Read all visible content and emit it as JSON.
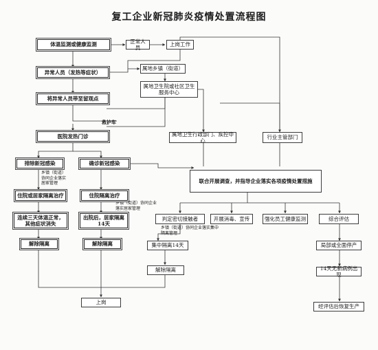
{
  "title": "复工企业新冠肺炎疫情处置流程图",
  "nodes": {
    "temp_check": "体温监测或健康监测",
    "normal": "正常人员",
    "work": "上岗工作",
    "abnormal": "异常人员（发热等症状）",
    "to_point": "将异常人员带至留观点",
    "town": "属地乡镇（街道）",
    "health_center": "属地卫生院或社区卫生服务中心",
    "ambulance": "救护车",
    "fever_clinic": "医院发热门诊",
    "health_admin": "属地卫生行政部门、疾控中心",
    "industry_dept": "行业主管部门",
    "exclude": "排除新冠感染",
    "confirm": "确诊新冠感染",
    "joint": "联合开展调查，并指导企业落实各项疫情处置措施",
    "home_iso": "住院或居家隔离治疗",
    "hospital": "住院隔离治疗",
    "recovered": "连续三天体温正常，其他症状消失",
    "discharged": "出院后，居家隔离14天",
    "trace": "判定密切接触者",
    "disinfect": "开展消毒、宣传",
    "health_mon": "强化员工健康监测",
    "assess": "综合评估",
    "lift1": "解除隔离",
    "lift2": "解除隔离",
    "central_iso": "集中隔离14天",
    "lift3": "解除隔离",
    "partial_stop": "局部或全面停产",
    "no_cases": "14天无新病例出现",
    "resume": "经评估后恢复生产",
    "back_to_work": "上岗"
  },
  "labels": {
    "town_mgmt_1": "乡镇（街道）协同企业落实居家管理",
    "town_mgmt_2": "乡镇（街道）协同企业落实居家管理",
    "town_mgmt_3": "乡镇（街道）协同企业落实集中隔离管理"
  }
}
